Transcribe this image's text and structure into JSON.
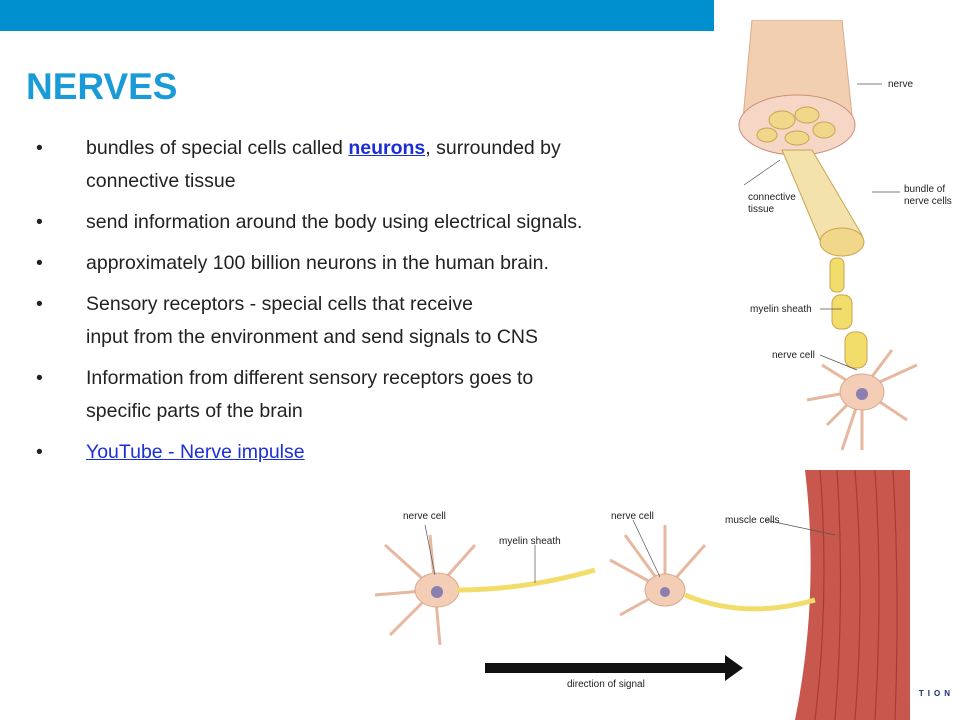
{
  "title": "NERVES",
  "bullets": [
    {
      "pre": "bundles of special cells called ",
      "link": "neurons",
      "post": ", surrounded by",
      "line2": "connective tissue"
    },
    {
      "text": "send information around the body using electrical signals."
    },
    {
      "text": "approximately 100 billion neurons in the human brain."
    },
    {
      "text": "Sensory receptors - special cells that receive",
      "line2": "input from the environment and send signals to CNS"
    },
    {
      "text": "Information from different sensory receptors goes to",
      "line2": "specific parts of the brain"
    },
    {
      "link": "YouTube - Nerve impulse "
    }
  ],
  "bullet_char": "•",
  "figure_right": {
    "nerve": "nerve",
    "connective_tissue": [
      "connective",
      "tissue"
    ],
    "bundle": [
      "bundle of",
      "nerve cells"
    ],
    "myelin_sheath": "myelin sheath",
    "nerve_cell": "nerve cell"
  },
  "figure_bottom": {
    "nerve_cell_left": "nerve cell",
    "myelin_sheath": "myelin sheath",
    "nerve_cell_right": "nerve cell",
    "muscle_cells": "muscle cells",
    "direction": "direction of signal"
  },
  "footer_mark": "TION",
  "colors": {
    "accent": "#0090d0",
    "title": "#1a9ad6",
    "link": "#1a2fd6"
  }
}
